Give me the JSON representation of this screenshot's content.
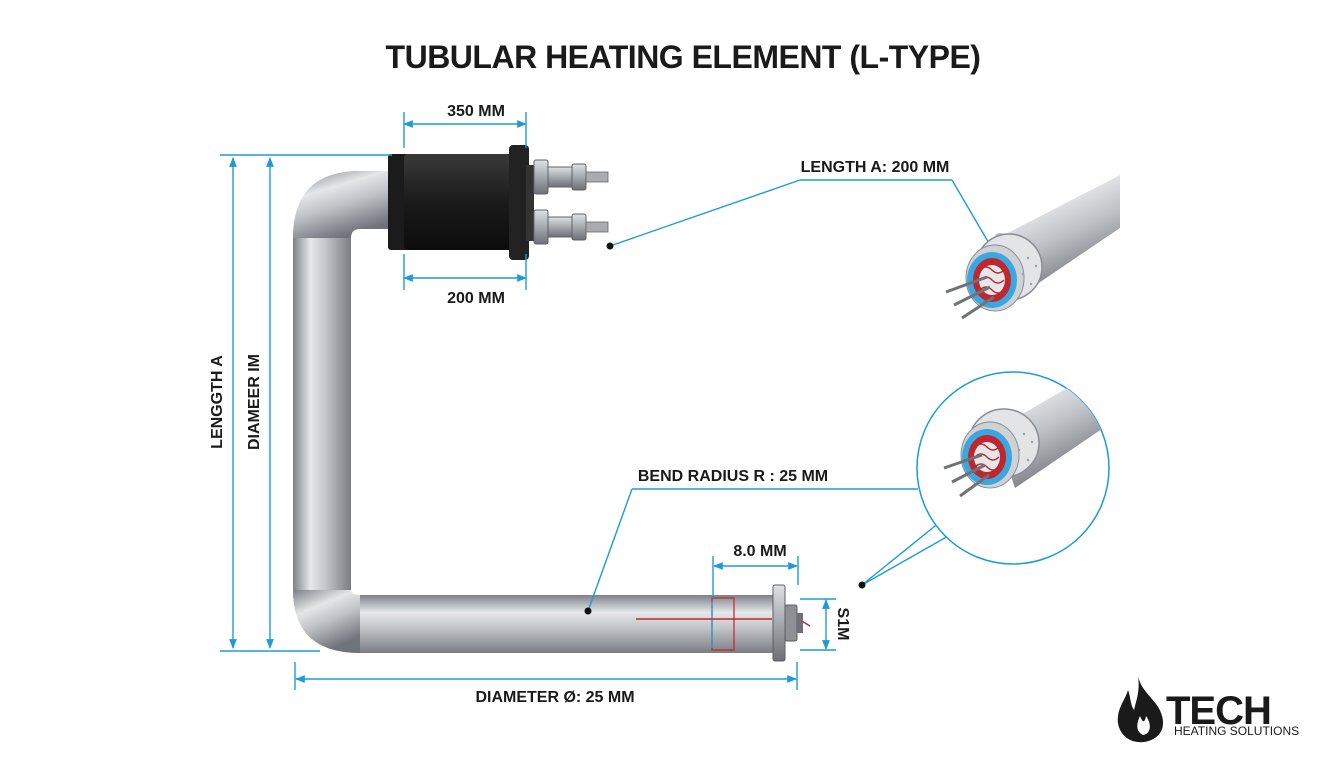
{
  "title": "TUBULAR HEATING ELEMENT (L-TYPE)",
  "labels": {
    "top_width": "350 MM",
    "terminal_width": "200 MM",
    "length_a_callout": "LENGTH A: 200 MM",
    "bend_radius": "BEND RADIUS R : 25 MM",
    "flange_offset": "8.0 MM",
    "flange_height": "S1M",
    "diameter": "DIAMETER Ø: 25 MM",
    "length_a_vertical": "LENGGTH A",
    "diameter_vertical": "DIAMEER IM"
  },
  "logo": {
    "name": "TECH",
    "tagline": "HEATING SOLUTIONS",
    "icon": "flame-icon"
  },
  "colors": {
    "dimension_line": "#1e9bd7",
    "tube_metal": "#b9bcc0",
    "terminal_block": "#1b1b1b",
    "heating_coil": "#c0262c",
    "insulation": "#3aa7e0",
    "text": "#1a1a1a"
  }
}
